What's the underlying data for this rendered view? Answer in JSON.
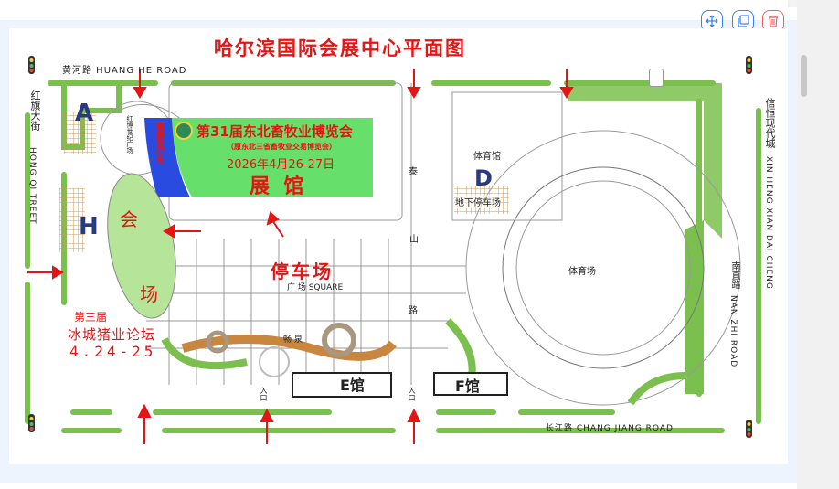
{
  "toolbar": {
    "move": "move-icon",
    "copy": "copy-icon",
    "delete": "trash-icon"
  },
  "map": {
    "title": "哈尔滨国际会展中心平面图",
    "roads": {
      "north": "黄河路 HUANG HE ROAD",
      "west_cn": "红旗大街",
      "west_en": "HONG QI TREET",
      "east_cn": "信恒现代城",
      "east_en": "XIN HENG XIAN DAI CHENG",
      "southeast_cn": "南直路",
      "southeast_en": "NAN ZHI ROAD",
      "south": "长江路 CHANG JIANG ROAD",
      "middle_road": [
        "泰",
        "山",
        "路"
      ]
    },
    "zones": {
      "a": "A",
      "h": "H",
      "d": "D",
      "e_hall": "E馆",
      "f_hall": "F馆",
      "gym": "体育馆",
      "stadium": "体育场",
      "underground_parking": "地下停车场",
      "memorial": "红博世纪广场",
      "square": "广 场 SQUARE",
      "parking": "停车场",
      "plaza_text": "畅 泉",
      "entrance": "入口"
    },
    "exhibition": {
      "name": "第31届东北畜牧业博览会",
      "subtitle": "（原东北三省畜牧业交易博览会）",
      "date": "2026年4月26-27日",
      "hall": "展  馆",
      "registration": "展商登记处"
    },
    "forum": {
      "venue_top": "会",
      "venue_bottom": "场",
      "edition": "第三届",
      "name": "冰城猪业论坛",
      "date": "4.24-25"
    }
  }
}
